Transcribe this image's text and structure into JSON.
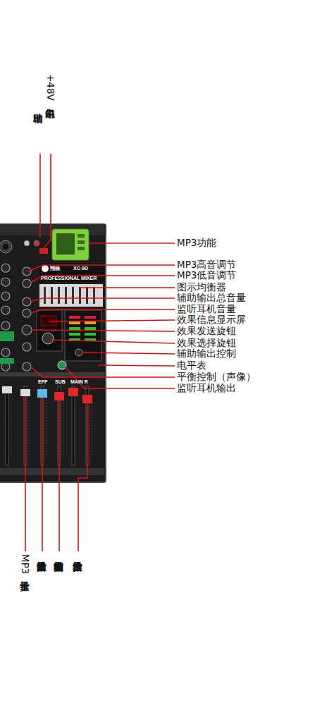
{
  "diagram": {
    "labels": [
      "+48V幻象供电",
      "辅助输出",
      "MP3功能",
      "MP3高音调节",
      "MP3低音调节",
      "图示均衡器",
      "辅助输出总音量",
      "监听耳机音量",
      "效果信息显示屏",
      "效果发送旋钮",
      "效果选择旋钮",
      "辅助输出控制",
      "电平表",
      "平衡控制（声像）",
      "监听耳机输出",
      "MP3音量推子",
      "效果输出音量推子",
      "编组输出音量控制",
      "主输出音量推子",
      "翔驰",
      "XC-9D",
      "PROFESSIONAL MIXER",
      "EFF",
      "SUB",
      "MAIN R"
    ]
  }
}
